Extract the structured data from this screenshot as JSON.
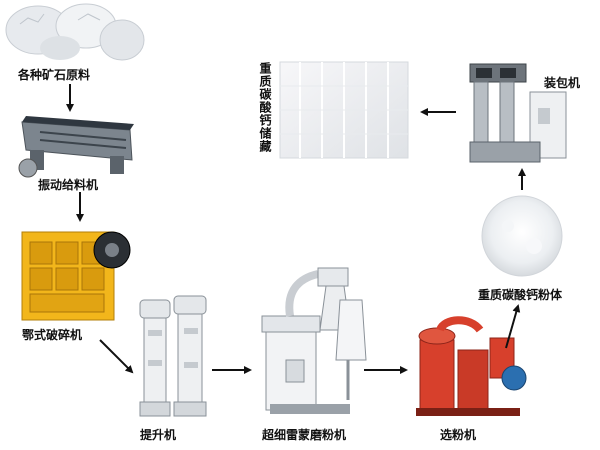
{
  "labels": {
    "raw_ore": "各种矿石原料",
    "vibrating_feeder": "振动给料机",
    "jaw_crusher": "鄂式破碎机",
    "bucket_elevator": "提升机",
    "raymond_mill": "超细雷蒙磨粉机",
    "classifier": "选粉机",
    "powder": "重质碳酸钙粉体",
    "packing_machine": "装包机",
    "storage": "重质碳酸钙储藏"
  },
  "colors": {
    "arrow": "#111111",
    "crusher_yellow": "#f2b61b",
    "classifier_red": "#d7402c",
    "machine_white": "#eef0f2",
    "steel_grey": "#8a9198"
  }
}
